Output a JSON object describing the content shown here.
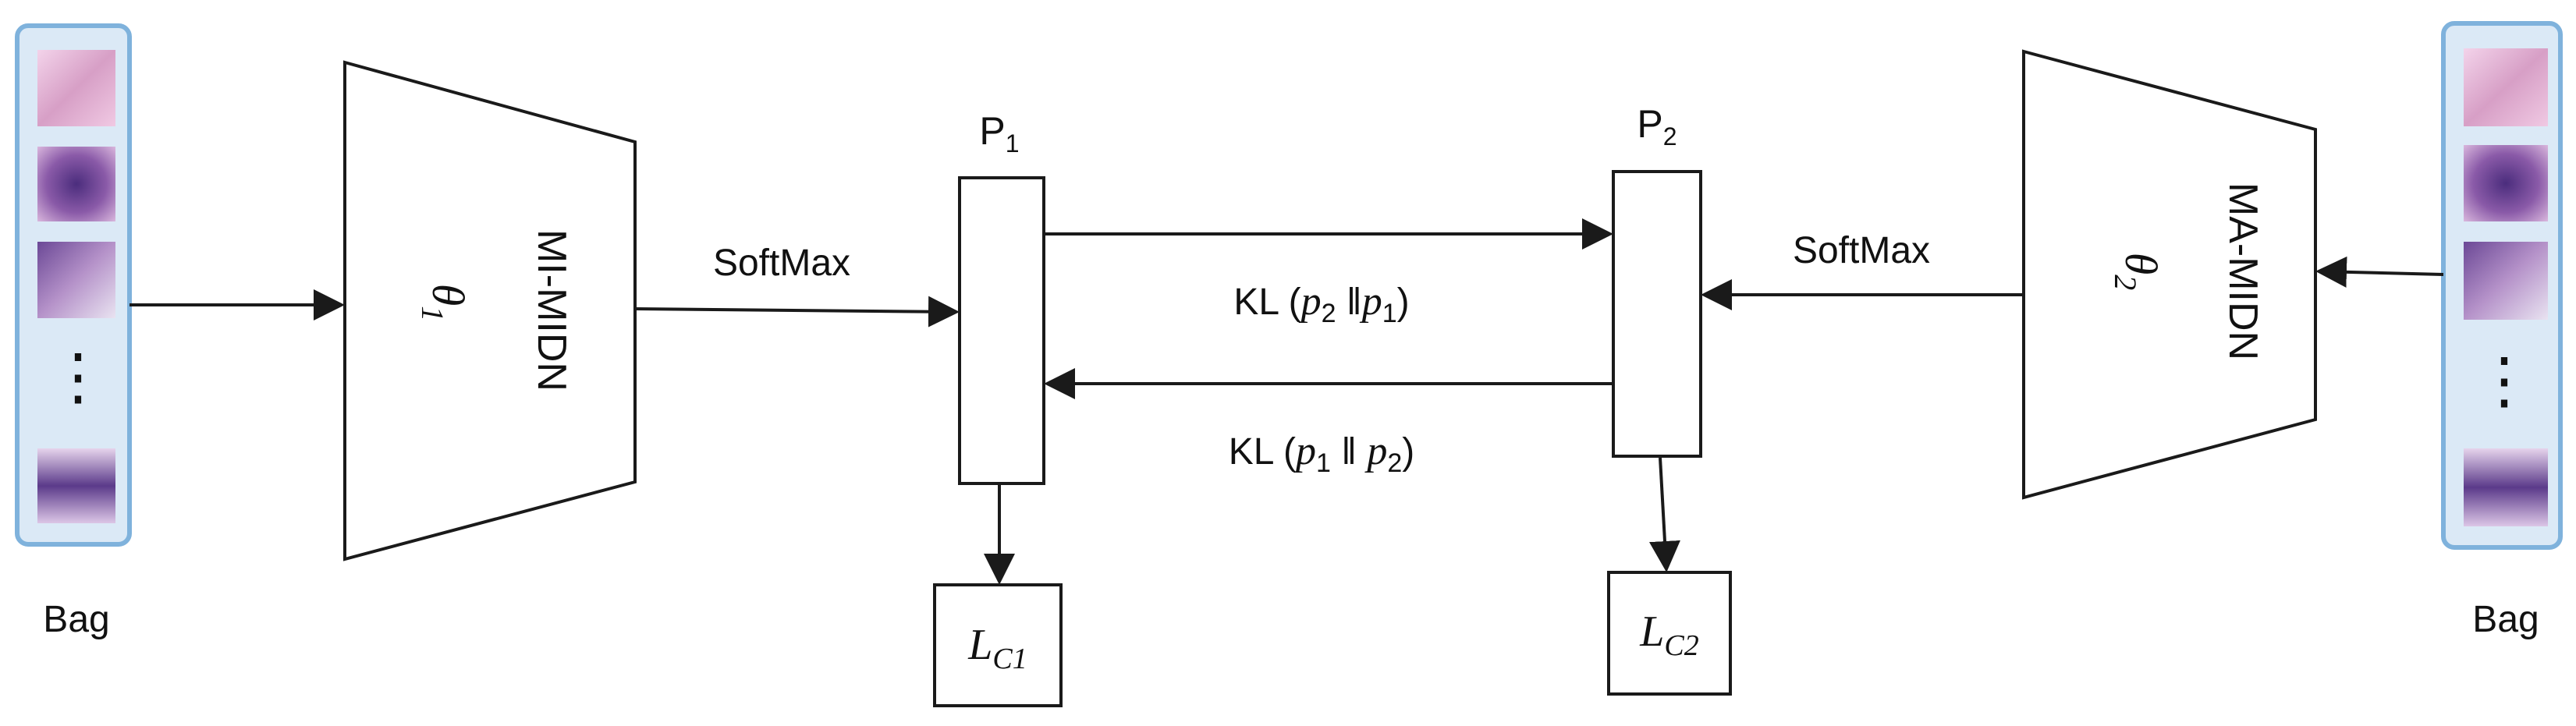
{
  "left_bag": {
    "label": "Bag",
    "ellipsis": "⋮"
  },
  "right_bag": {
    "label": "Bag",
    "ellipsis": "⋮"
  },
  "network_1": {
    "name": "MI-MIDN",
    "param": "θ",
    "param_sub": "1"
  },
  "network_2": {
    "name": "MA-MIDN",
    "param": "θ",
    "param_sub": "2"
  },
  "softmax_1": "SoftMax",
  "softmax_2": "SoftMax",
  "output_1": {
    "label": "P",
    "sub": "1"
  },
  "output_2": {
    "label": "P",
    "sub": "2"
  },
  "kl_top": {
    "prefix": "KL (",
    "a": "p",
    "a_sub": "2",
    "sep": " ǁ",
    "b": "p",
    "b_sub": "1",
    "suffix": ")"
  },
  "kl_bottom": {
    "prefix": "KL (",
    "a": "p",
    "a_sub": "1",
    "sep": " ǁ ",
    "b": "p",
    "b_sub": "2",
    "suffix": ")"
  },
  "loss_1": {
    "label": "L",
    "sub": "C1"
  },
  "loss_2": {
    "label": "L",
    "sub": "C2"
  },
  "colors": {
    "bag_border": "#7fb2dc",
    "bag_fill": "#dbe9f6",
    "patch_pink": "#e2b2d6",
    "patch_purple": "#8a5aa8",
    "patch_dark": "#4b2d7d"
  }
}
